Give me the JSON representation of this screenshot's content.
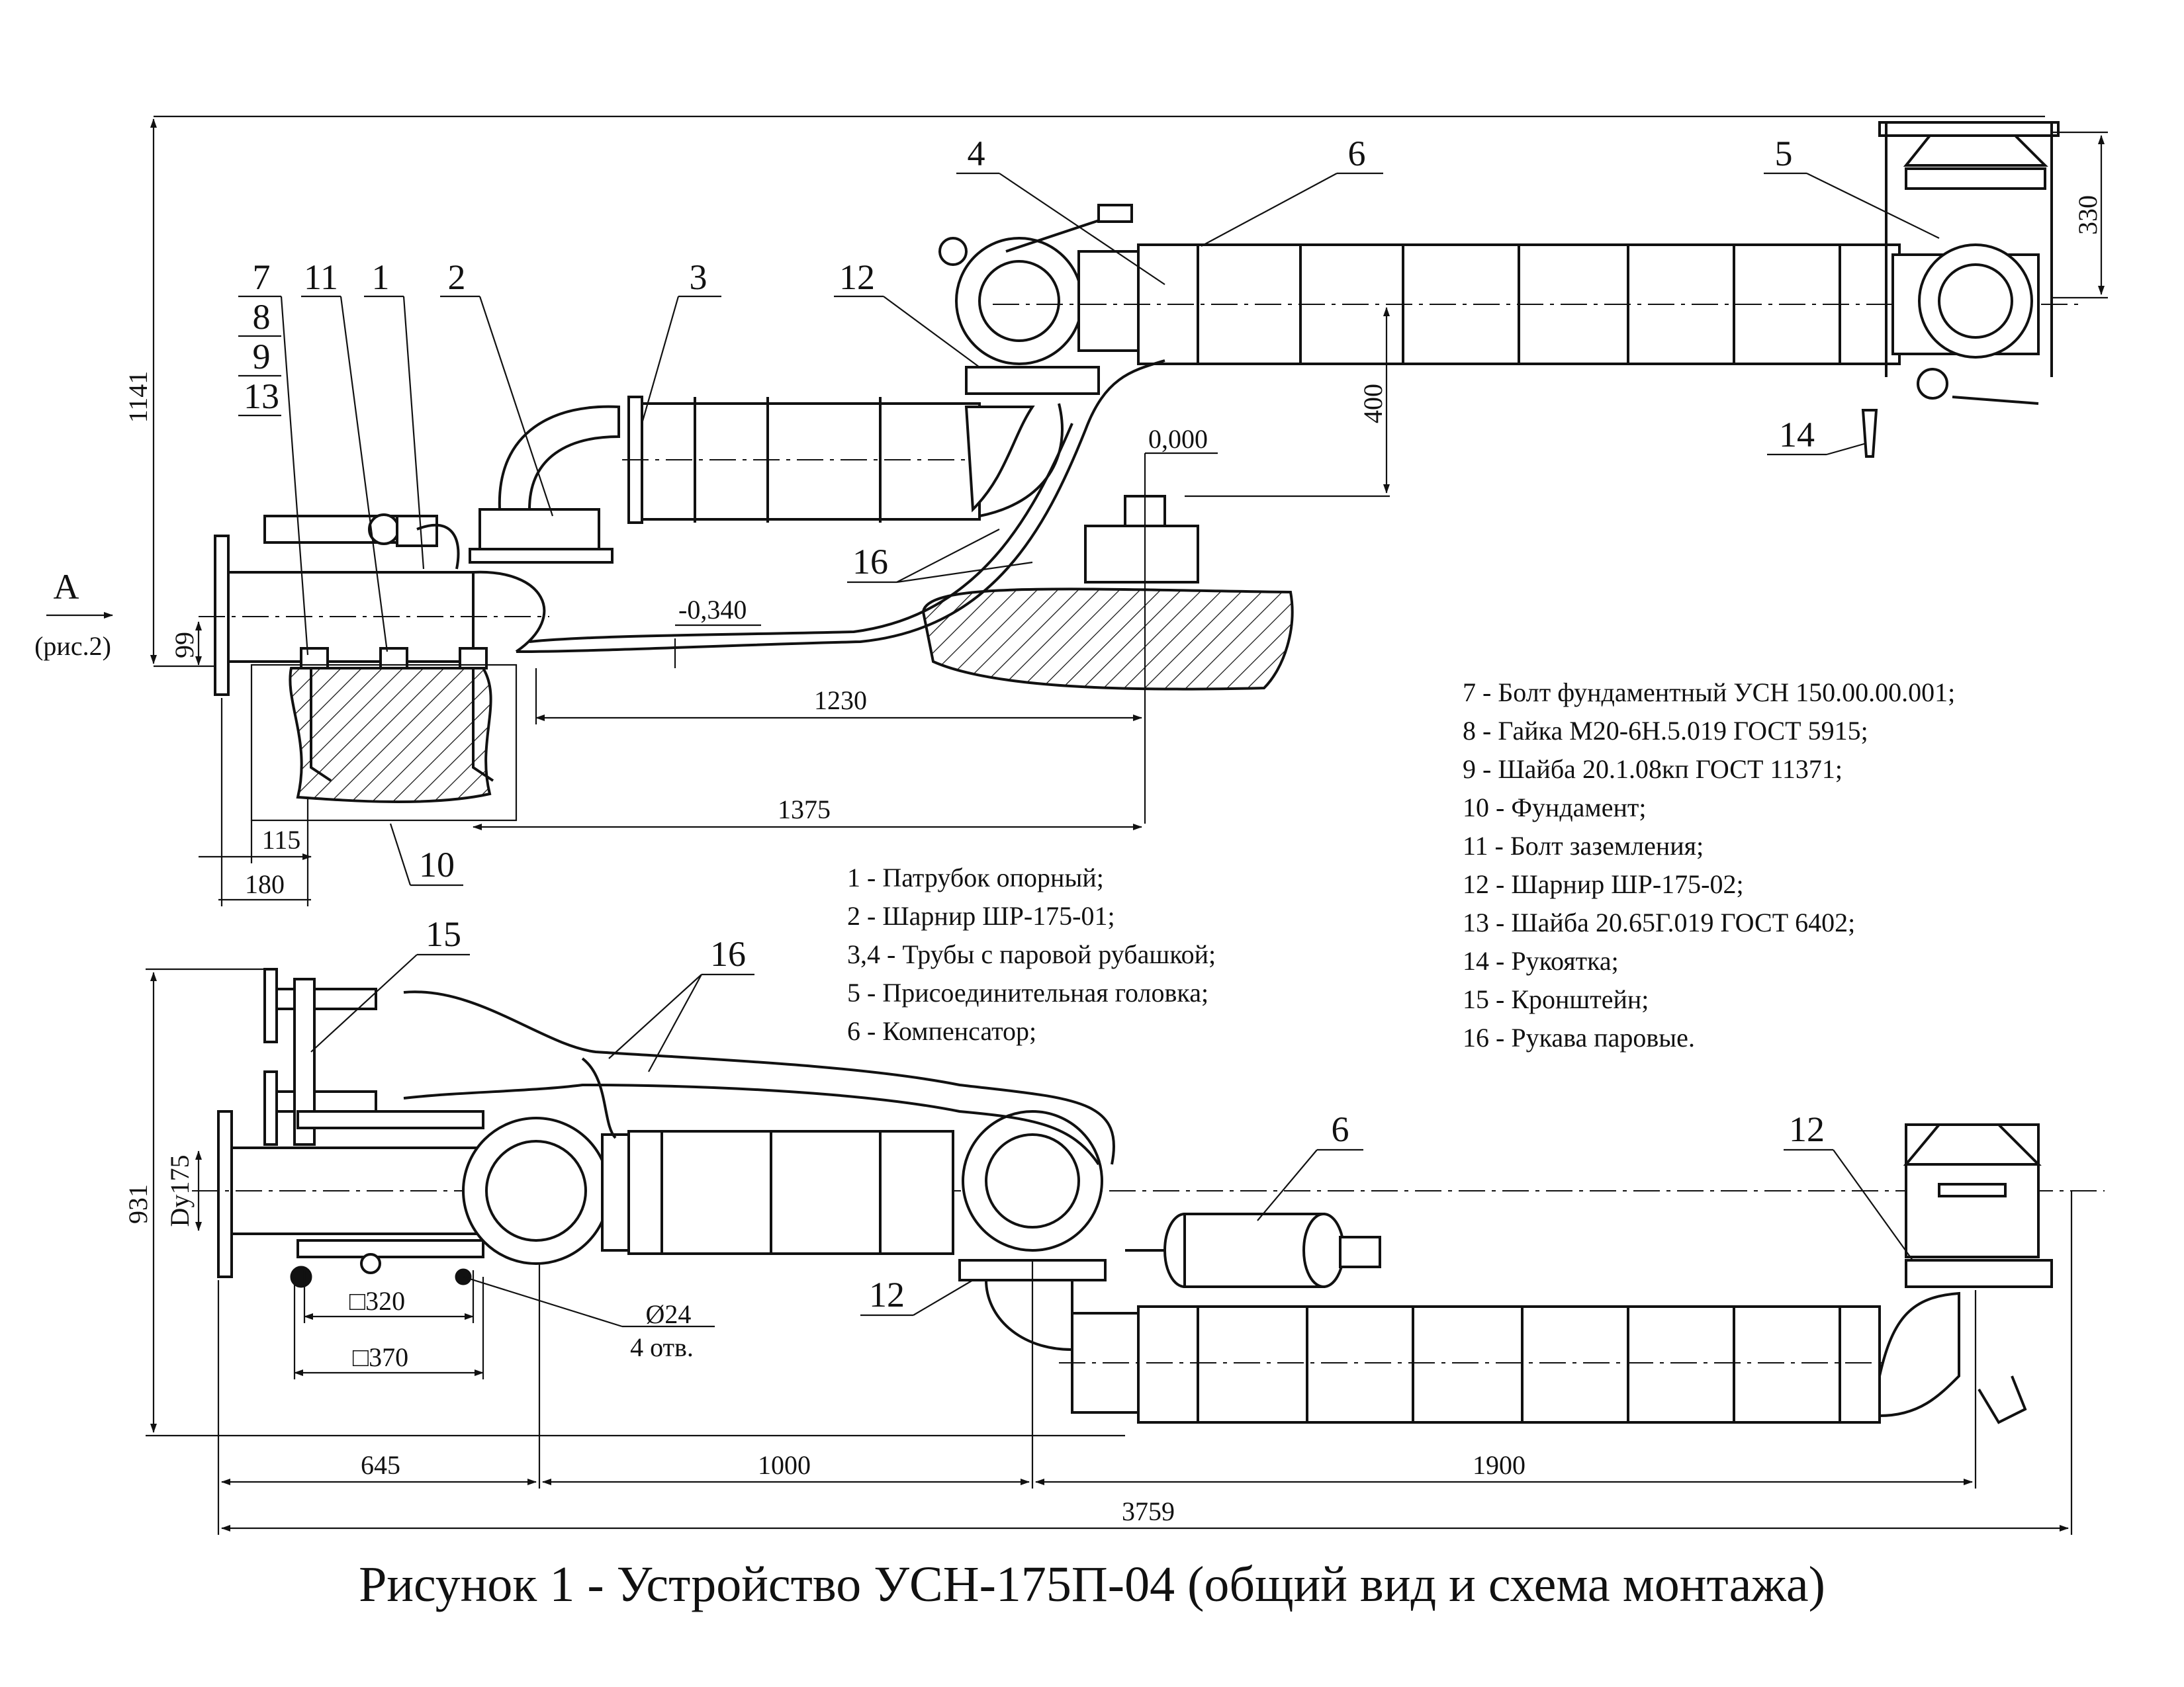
{
  "caption": "Рисунок 1 -  Устройство УСН-175П-04 (общий вид и схема монтажа)",
  "view_marker": {
    "letter": "А",
    "ref": "(рис.2)"
  },
  "elevations": {
    "top": "0,000",
    "bottom": "-0,340"
  },
  "top_view_dims": {
    "height": "1141",
    "d99": "99",
    "d115": "115",
    "d180": "180",
    "d1230": "1230",
    "d1375": "1375",
    "d400": "400",
    "d330": "330"
  },
  "bottom_view_dims": {
    "height": "931",
    "dy": "Dy175",
    "sq320": "□320",
    "sq370": "□370",
    "hole": "Ø24",
    "hole_count": "4 отв.",
    "d645": "645",
    "d1000": "1000",
    "d1900": "1900",
    "d3759": "3759"
  },
  "callouts_top": {
    "c7": "7",
    "c8": "8",
    "c9": "9",
    "c13": "13",
    "c11": "11",
    "c1": "1",
    "c2": "2",
    "c3": "3",
    "c4": "4",
    "c5": "5",
    "c6": "6",
    "c10": "10",
    "c12": "12",
    "c14": "14",
    "c16": "16"
  },
  "callouts_bottom": {
    "c15": "15",
    "c16": "16",
    "c6": "6",
    "c12a": "12",
    "c12b": "12"
  },
  "legend_left": [
    "1 - Патрубок опорный;",
    "2 - Шарнир ШР-175-01;",
    "3,4 - Трубы с паровой рубашкой;",
    "5 - Присоединительная головка;",
    "6 - Компенсатор;"
  ],
  "legend_right": [
    "7 - Болт фундаментный УСН 150.00.00.001;",
    "8 - Гайка М20-6Н.5.019 ГОСТ 5915;",
    "9 - Шайба 20.1.08кп ГОСТ 11371;",
    "10 - Фундамент;",
    "11 - Болт заземления;",
    "12 - Шарнир ШР-175-02;",
    "13 - Шайба 20.65Г.019 ГОСТ 6402;",
    "14 - Рукоятка;",
    "15 - Кронштейн;",
    "16 - Рукава паровые."
  ]
}
